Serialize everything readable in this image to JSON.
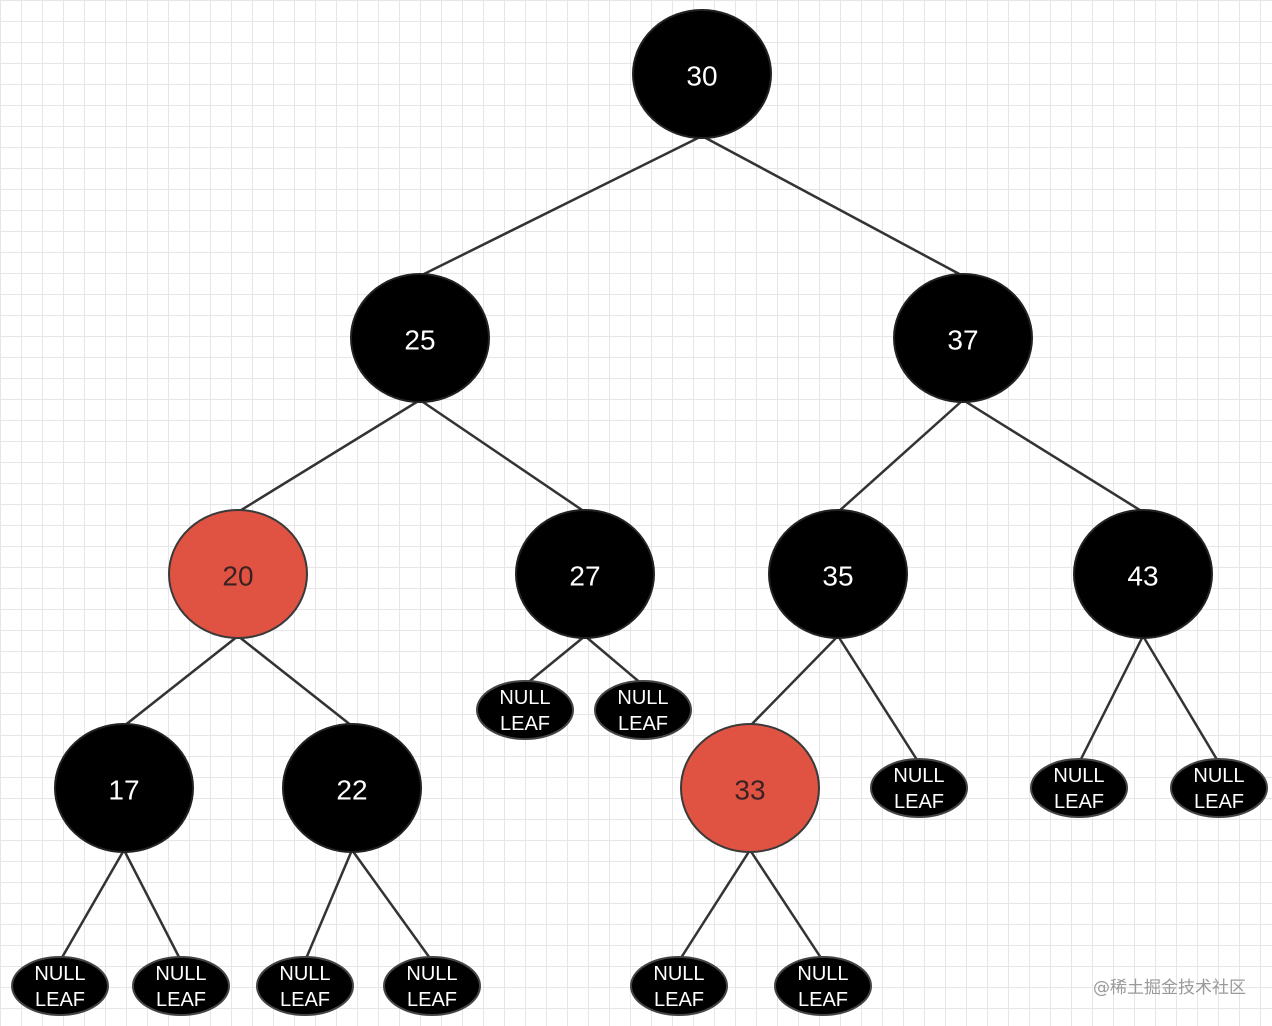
{
  "colors": {
    "black_node": "#000000",
    "red_node": "#e05343",
    "red_node_stroke": "#3a3a3a",
    "edge": "#333333",
    "label_on_black": "#ffffff",
    "label_on_red": "#3a2222"
  },
  "tree": {
    "value": "30",
    "color": "black",
    "children": [
      {
        "value": "25",
        "color": "black",
        "children": [
          {
            "value": "20",
            "color": "red",
            "children": [
              {
                "value": "17",
                "color": "black",
                "children": [
                  {
                    "leaf": [
                      "NULL",
                      "LEAF"
                    ]
                  },
                  {
                    "leaf": [
                      "NULL",
                      "LEAF"
                    ]
                  }
                ]
              },
              {
                "value": "22",
                "color": "black",
                "children": [
                  {
                    "leaf": [
                      "NULL",
                      "LEAF"
                    ]
                  },
                  {
                    "leaf": [
                      "NULL",
                      "LEAF"
                    ]
                  }
                ]
              }
            ]
          },
          {
            "value": "27",
            "color": "black",
            "children": [
              {
                "leaf": [
                  "NULL",
                  "LEAF"
                ]
              },
              {
                "leaf": [
                  "NULL",
                  "LEAF"
                ]
              }
            ]
          }
        ]
      },
      {
        "value": "37",
        "color": "black",
        "children": [
          {
            "value": "35",
            "color": "black",
            "children": [
              {
                "value": "33",
                "color": "red",
                "children": [
                  {
                    "leaf": [
                      "NULL",
                      "LEAF"
                    ]
                  },
                  {
                    "leaf": [
                      "NULL",
                      "LEAF"
                    ]
                  }
                ]
              },
              {
                "leaf": [
                  "NULL",
                  "LEAF"
                ]
              }
            ]
          },
          {
            "value": "43",
            "color": "black",
            "children": [
              {
                "leaf": [
                  "NULL",
                  "LEAF"
                ]
              },
              {
                "leaf": [
                  "NULL",
                  "LEAF"
                ]
              }
            ]
          }
        ]
      }
    ]
  },
  "watermark": "@稀土掘金技术社区"
}
